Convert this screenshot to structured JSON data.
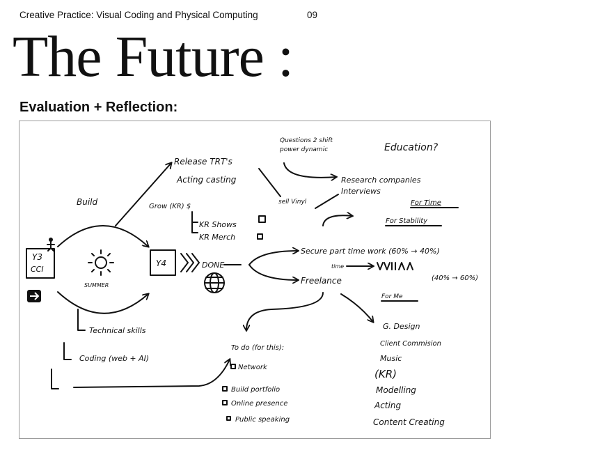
{
  "header": {
    "course": "Creative Practice: Visual Coding and Physical Computing",
    "page_number": "09"
  },
  "title": "The Future :",
  "section_heading": "Evaluation + Reflection:",
  "sketch": {
    "y3_box": [
      "Y3",
      "CCI"
    ],
    "summer": "SUMMER",
    "y4_box": "Y4",
    "done": "DONE",
    "build": "Build",
    "release_line1": "Release TRT's",
    "release_line2": "Acting casting",
    "sell_vinyl": "sell Vinyl",
    "grow": "Grow (KR) $",
    "kr_shows": "KR Shows",
    "kr_merch": "KR Merch",
    "questions_line1": "Questions 2 shift",
    "questions_line2": "power dynamic",
    "education": "Education?",
    "research_line1": "Research companies",
    "research_line2": "Interviews",
    "for_time": "For Time",
    "for_stability": "For Stability",
    "secure_work": "Secure part time work (60% → 40%)",
    "time_arrow": "time",
    "freelance": "Freelance",
    "freelance_ratio": "(40% → 60%)",
    "for_me": "For Me",
    "me_items": [
      "G. Design",
      "Client Commision",
      "Music",
      "(KR)",
      "Modelling",
      "Acting",
      "Content Creating"
    ],
    "technical_skills": "Technical skills",
    "coding": "Coding (web + AI)",
    "todo_title": "To do (for this):",
    "todo_items": [
      "Network",
      "Build portfolio",
      "Online presence",
      "Public speaking"
    ]
  }
}
